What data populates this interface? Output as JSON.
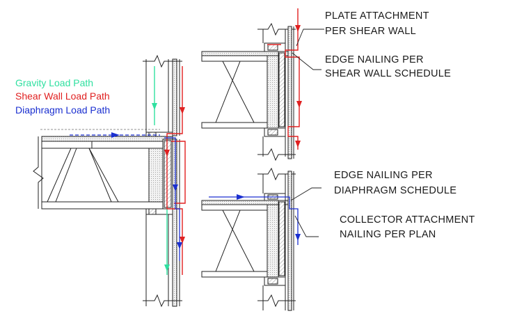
{
  "legend": {
    "gravity": {
      "label": "Gravity Load Path",
      "color": "#2fe0a0"
    },
    "shear": {
      "label": "Shear Wall Load Path",
      "color": "#e02020"
    },
    "diaphragm": {
      "label": "Diaphragm Load Path",
      "color": "#1a2fd0"
    }
  },
  "callouts": {
    "plate_1": "PLATE ATTACHMENT",
    "plate_2": "PER SHEAR WALL",
    "edge_sw_1": "EDGE NAILING PER",
    "edge_sw_2": "SHEAR WALL SCHEDULE",
    "edge_dia_1": "EDGE NAILING PER",
    "edge_dia_2": "DIAPHRAGM SCHEDULE",
    "collector_1": "COLLECTOR ATTACHMENT",
    "collector_2": "NAILING PER PLAN"
  }
}
